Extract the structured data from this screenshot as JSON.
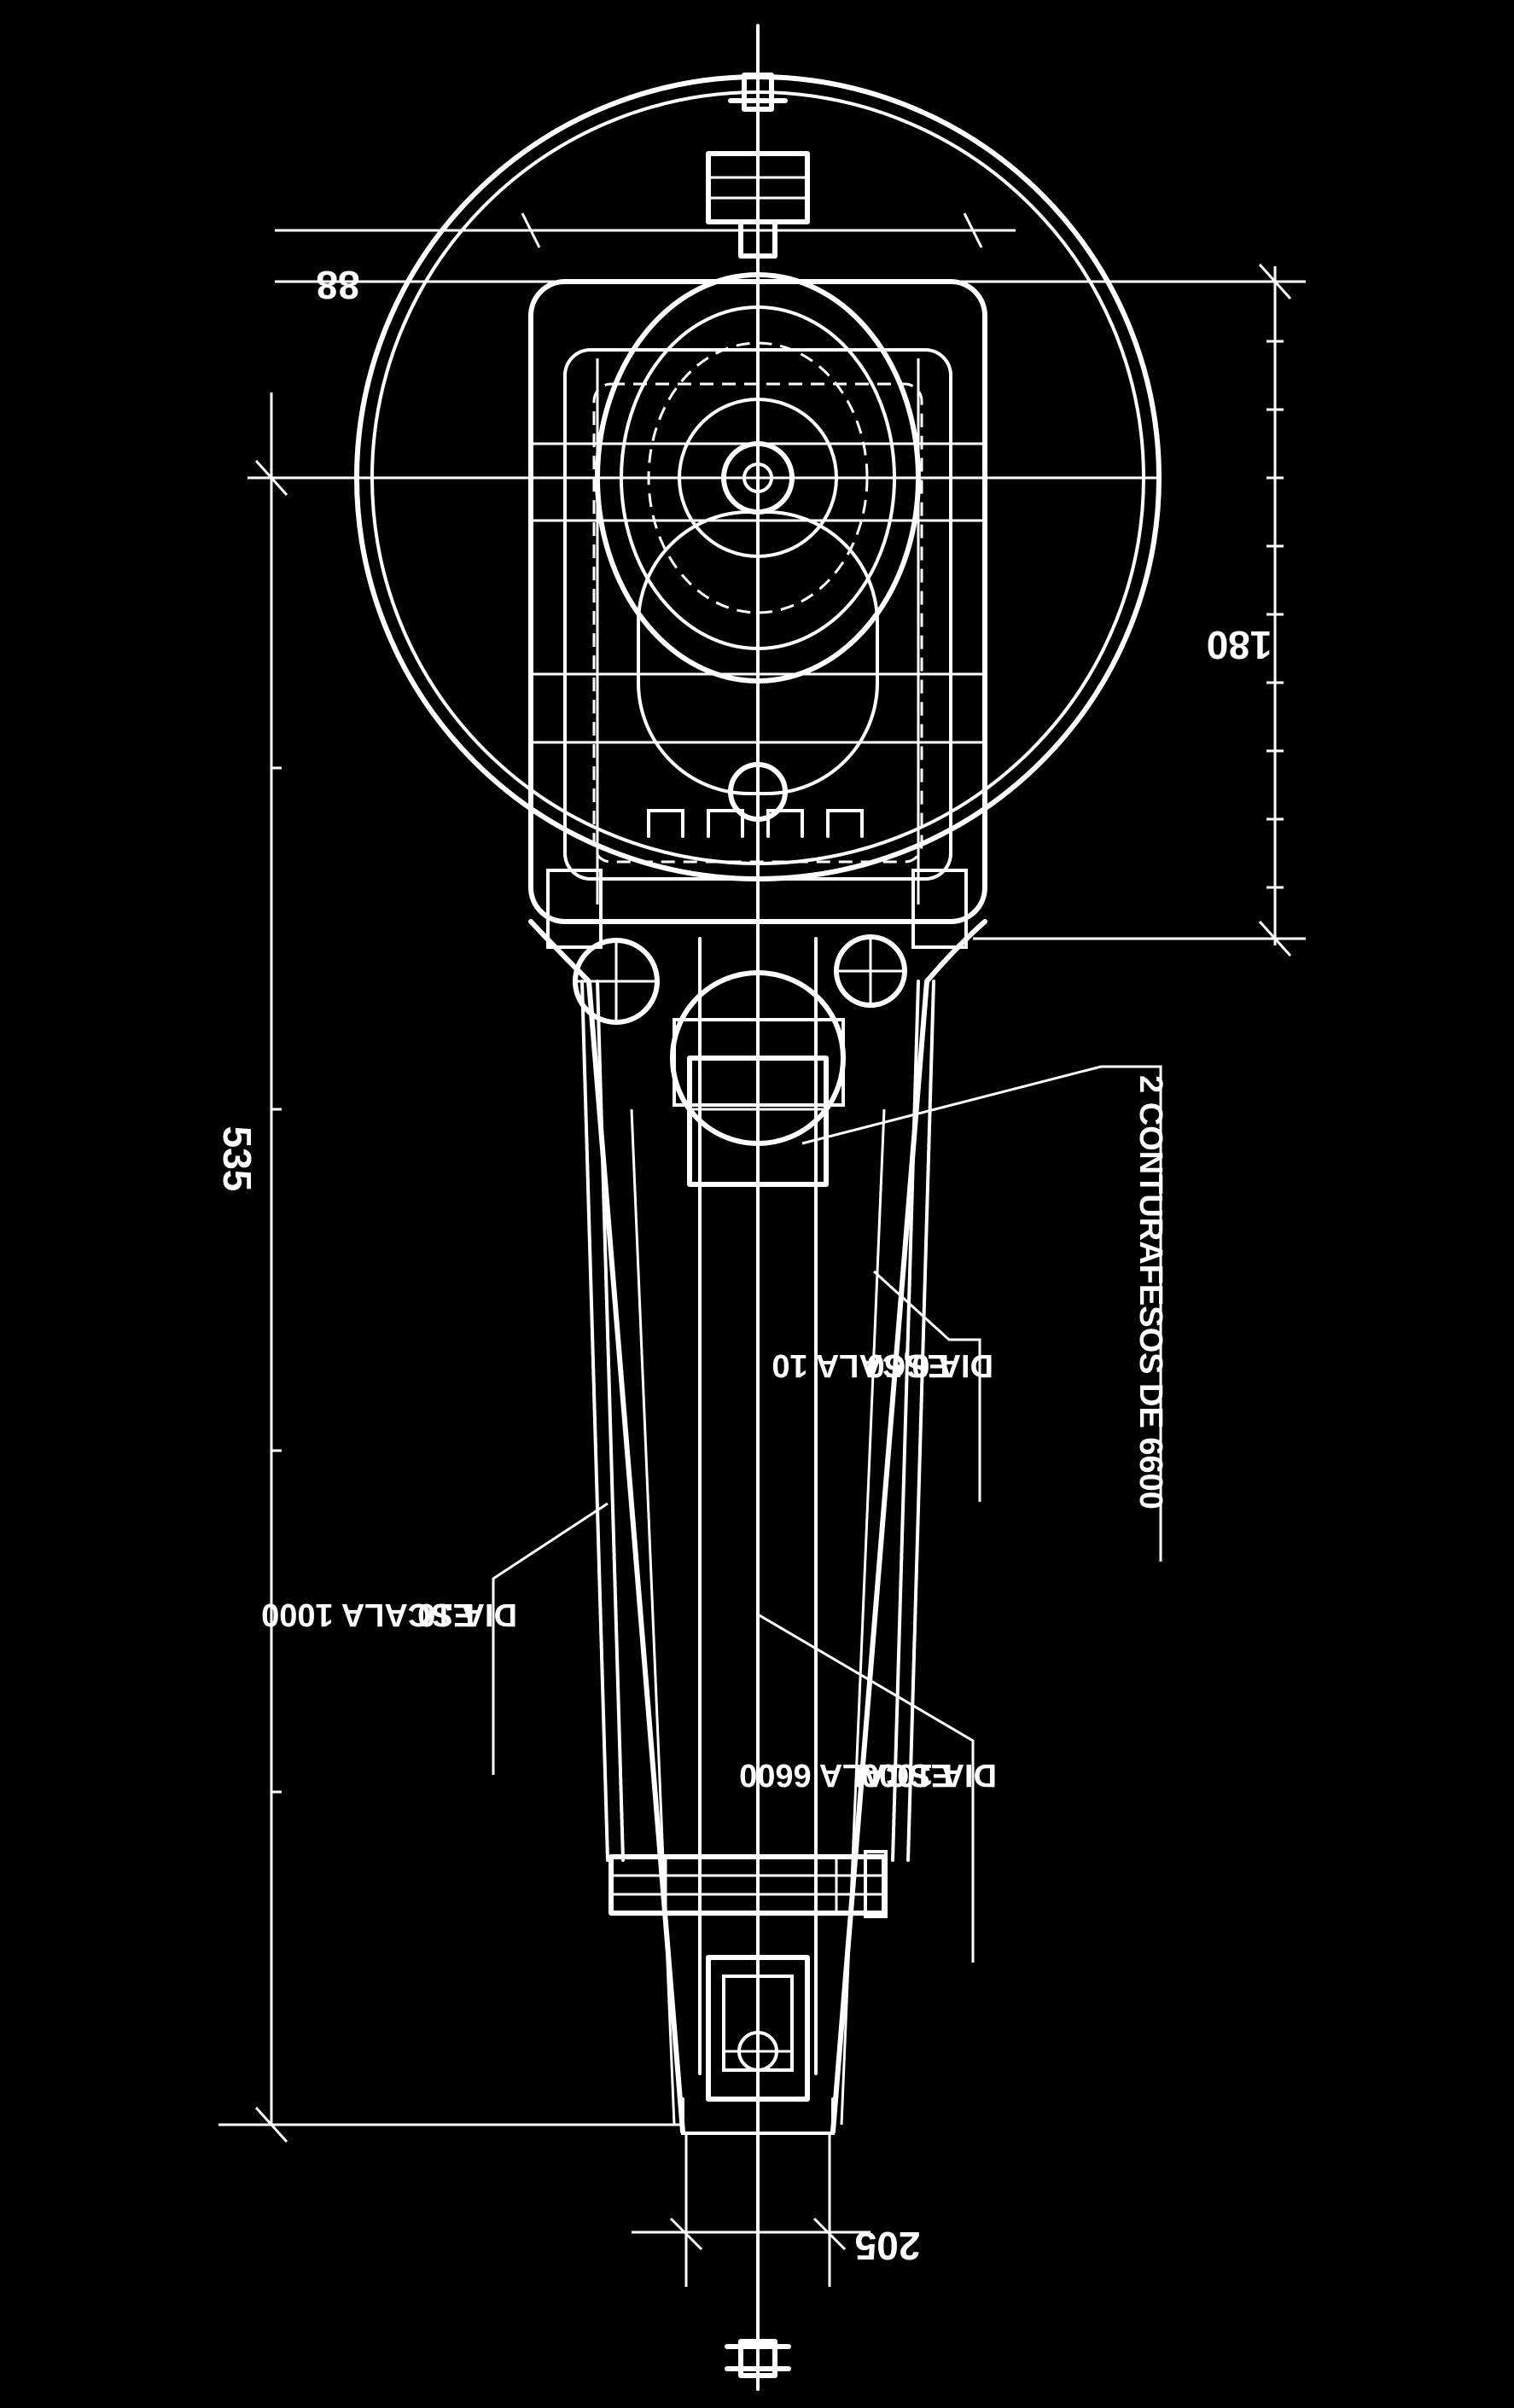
{
  "drawing": {
    "dimensions": {
      "d88": "88",
      "d180": "180",
      "d535": "535",
      "d205": "205"
    },
    "notes": {
      "compressors": "2 CONTURAFESOS DE 6600",
      "pipe_upper_line1": "DIA 0,50",
      "pipe_upper_line2": "ESCALA 10",
      "pipe_left_line1": "DIA 10",
      "pipe_left_line2": "ESCALA 1000",
      "pipe_right_line1": "DIA 1000",
      "pipe_right_line2": "ESCALA 6600"
    },
    "colors": {
      "background": "#000000",
      "lines": "#ffffff"
    }
  }
}
